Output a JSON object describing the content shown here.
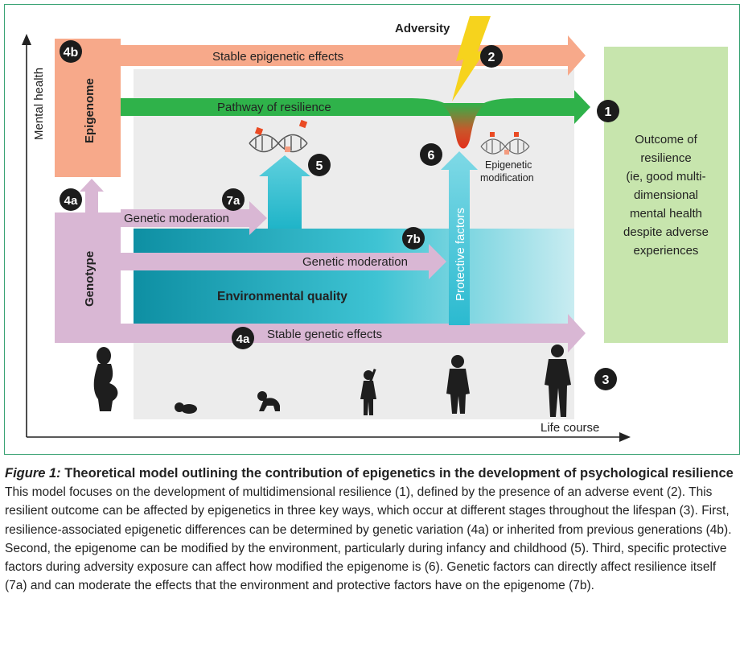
{
  "diagram": {
    "axis_y_label": "Mental health",
    "axis_x_label": "Life course",
    "adversity_label": "Adversity",
    "epigenome_label": "Epigenome",
    "genotype_label": "Genotype",
    "stable_epigenetic_label": "Stable epigenetic effects",
    "pathway_label": "Pathway of resilience",
    "genetic_moderation_a": "Genetic moderation",
    "genetic_moderation_b": "Genetic moderation",
    "environmental_quality_label": "Environmental quality",
    "protective_factors_label": "Protective factors",
    "stable_genetic_label": "Stable genetic effects",
    "epigenetic_mod_line1": "Epigenetic",
    "epigenetic_mod_line2": "modification",
    "outcome_lines": [
      "Outcome of",
      "resilience",
      "(ie, good multi-",
      "dimensional",
      "mental health",
      "despite adverse",
      "experiences"
    ],
    "badges": {
      "b1": "1",
      "b2": "2",
      "b3": "3",
      "b4a_top": "4a",
      "b4a_bottom": "4a",
      "b4b": "4b",
      "b5": "5",
      "b6": "6",
      "b7a": "7a",
      "b7b": "7b"
    },
    "colors": {
      "frame": "#3aa374",
      "epigenome": "#f7a98a",
      "genotype": "#d9b7d4",
      "pathway": "#2fb24a",
      "environment": "#27b5c8",
      "outcome": "#c7e5ad",
      "adversity": "#f6d31d"
    }
  },
  "caption": {
    "figure_label": "Figure 1:",
    "title": " Theoretical model outlining the contribution of epigenetics in the development of psychological resilience",
    "body": "This model focuses on the development of multidimensional resilience (1), defined by the presence of an adverse event (2). This resilient outcome can be affected by epigenetics in three key ways, which occur at different stages throughout the lifespan (3). First, resilience-associated epigenetic differences can be determined by genetic variation (4a) or inherited from previous generations (4b). Second, the epigenome can be modified by the environment, particularly during infancy and childhood (5). Third, specific protective factors during adversity exposure can affect how modified the epigenome is (6). Genetic factors can directly affect resilience itself (7a) and can moderate the effects that the environment and protective factors have on the epigenome (7b)."
  }
}
